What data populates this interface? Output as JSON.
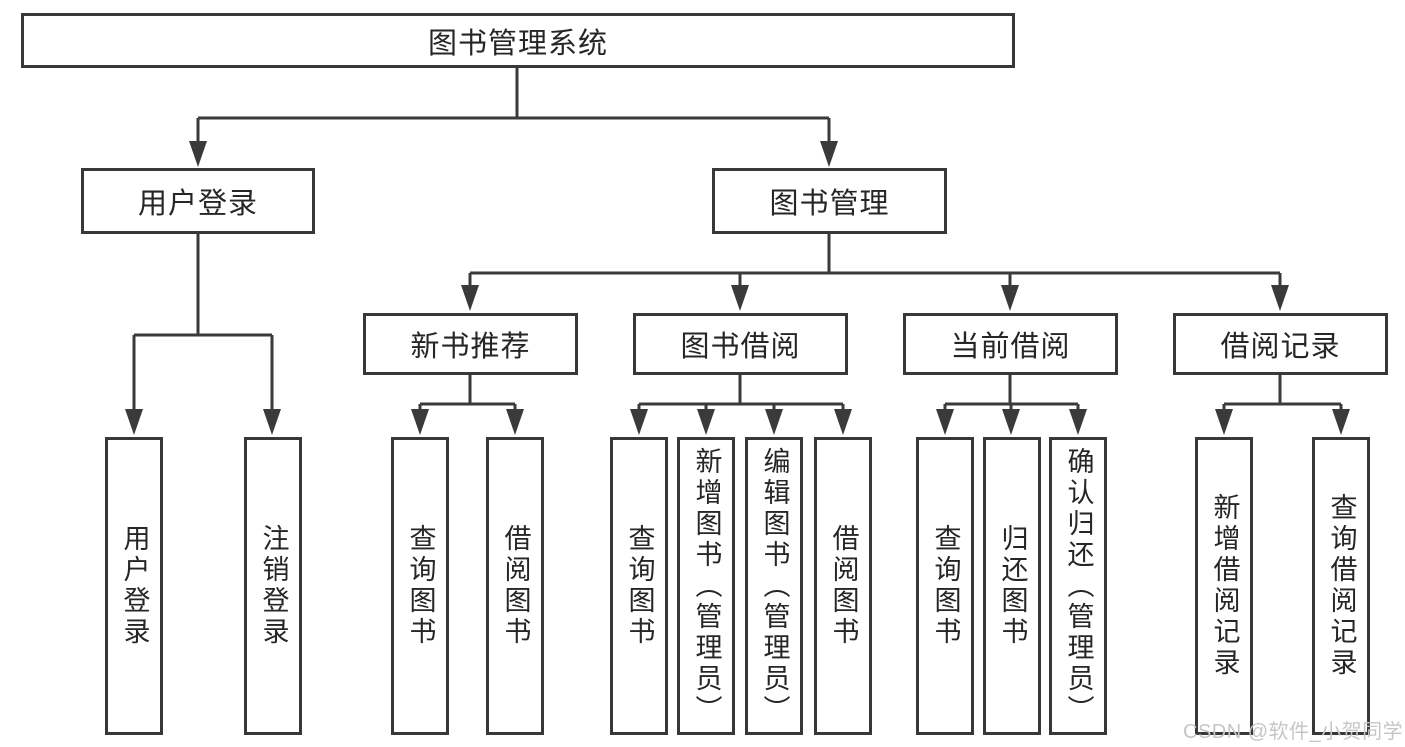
{
  "tree": {
    "label": "图书管理系统",
    "children": [
      {
        "label": "用户登录",
        "children": [
          {
            "label": "用户登录"
          },
          {
            "label": "注销登录"
          }
        ]
      },
      {
        "label": "图书管理",
        "children": [
          {
            "label": "新书推荐",
            "children": [
              {
                "label": "查询图书"
              },
              {
                "label": "借阅图书"
              }
            ]
          },
          {
            "label": "图书借阅",
            "children": [
              {
                "label": "查询图书"
              },
              {
                "label": "新增图书（管理员）"
              },
              {
                "label": "编辑图书（管理员）"
              },
              {
                "label": "借阅图书"
              }
            ]
          },
          {
            "label": "当前借阅",
            "children": [
              {
                "label": "查询图书"
              },
              {
                "label": "归还图书"
              },
              {
                "label": "确认归还（管理员）"
              }
            ]
          },
          {
            "label": "借阅记录",
            "children": [
              {
                "label": "新增借阅记录"
              },
              {
                "label": "查询借阅记录"
              }
            ]
          }
        ]
      }
    ]
  },
  "watermark": {
    "text": "CSDN @软件_小贺同学"
  },
  "colors": {
    "line": "#3a3a3a",
    "border": "#383838",
    "text": "#262626",
    "watermark": "#c6c6c6",
    "background": "#ffffff"
  }
}
